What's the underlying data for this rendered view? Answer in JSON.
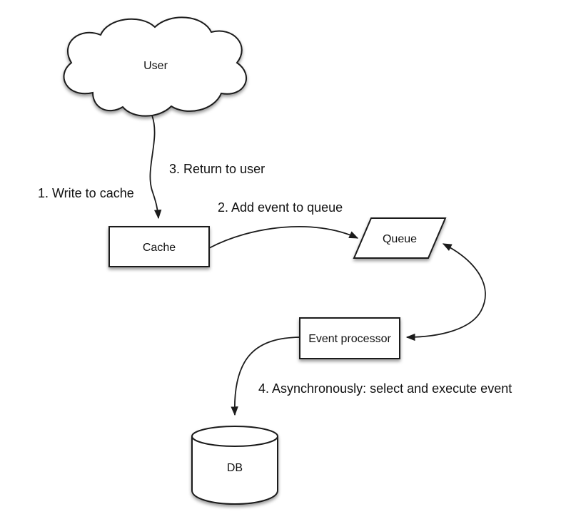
{
  "diagram": {
    "type": "flow-diagram",
    "background": "#ffffff",
    "stroke_color": "#1b1b1b",
    "text_color": "#111111",
    "shape_fill": "#ffffff",
    "shadow_color": "rgba(0,0,0,0.40)",
    "nodes": {
      "user": {
        "label": "User",
        "shape": "cloud"
      },
      "cache": {
        "label": "Cache",
        "shape": "rectangle"
      },
      "queue": {
        "label": "Queue",
        "shape": "parallelogram"
      },
      "event_processor": {
        "label": "Event processor",
        "shape": "rectangle"
      },
      "db": {
        "label": "DB",
        "shape": "cylinder"
      }
    },
    "steps": {
      "step1": "1. Write to cache",
      "step2": "2. Add event to queue",
      "step3": "3. Return to user",
      "step4": "4. Asynchronously: select and execute event"
    },
    "edges": [
      {
        "from": "user",
        "to": "cache",
        "arrows": "end"
      },
      {
        "from": "cache",
        "to": "queue",
        "arrows": "end"
      },
      {
        "from": "queue",
        "to": "event_processor",
        "arrows": "both"
      },
      {
        "from": "event_processor",
        "to": "db",
        "arrows": "end"
      }
    ]
  }
}
